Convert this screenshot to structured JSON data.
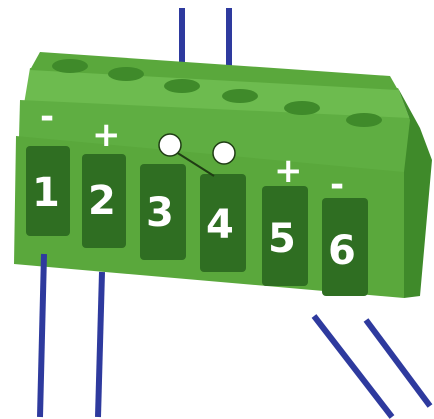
{
  "colors": {
    "block_top": "#6dbb4f",
    "block_front": "#5aa83c",
    "block_dark": "#3f8a2a",
    "slot": "#2f6e22",
    "wire": "#2e3a9e",
    "text": "#ffffff"
  },
  "terminals": [
    {
      "number": "1",
      "polarity": "-"
    },
    {
      "number": "2",
      "polarity": "+"
    },
    {
      "number": "3",
      "polarity": ""
    },
    {
      "number": "4",
      "polarity": ""
    },
    {
      "number": "5",
      "polarity": "+"
    },
    {
      "number": "6",
      "polarity": "-"
    }
  ],
  "switch_symbol": "normally-open switch between terminals 3 and 4"
}
